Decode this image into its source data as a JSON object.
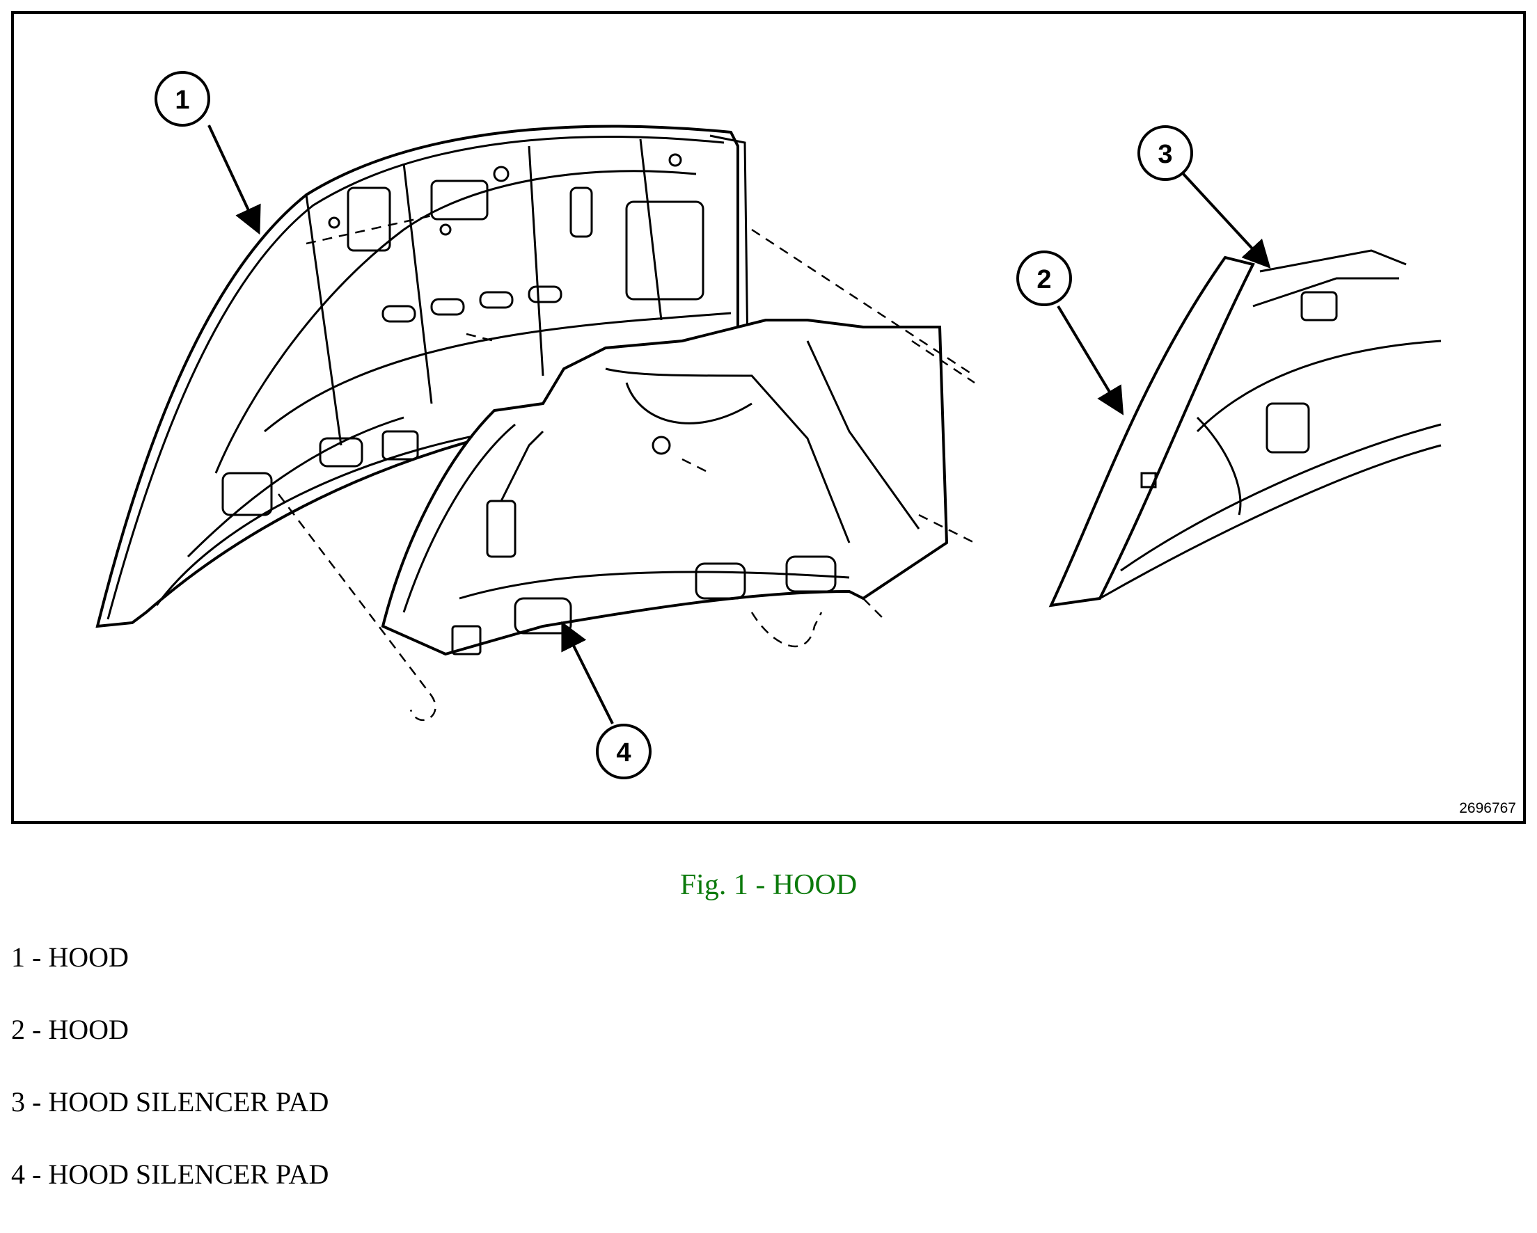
{
  "figure": {
    "callouts": [
      {
        "number": "1"
      },
      {
        "number": "2"
      },
      {
        "number": "3"
      },
      {
        "number": "4"
      }
    ],
    "figure_id": "2696767",
    "colors": {
      "line": "#000000",
      "caption": "#0b7a0b"
    }
  },
  "caption": "Fig. 1 - HOOD",
  "legend": [
    {
      "text": "1 - HOOD"
    },
    {
      "text": "2 - HOOD"
    },
    {
      "text": "3 - HOOD SILENCER PAD"
    },
    {
      "text": "4 - HOOD SILENCER PAD"
    }
  ]
}
